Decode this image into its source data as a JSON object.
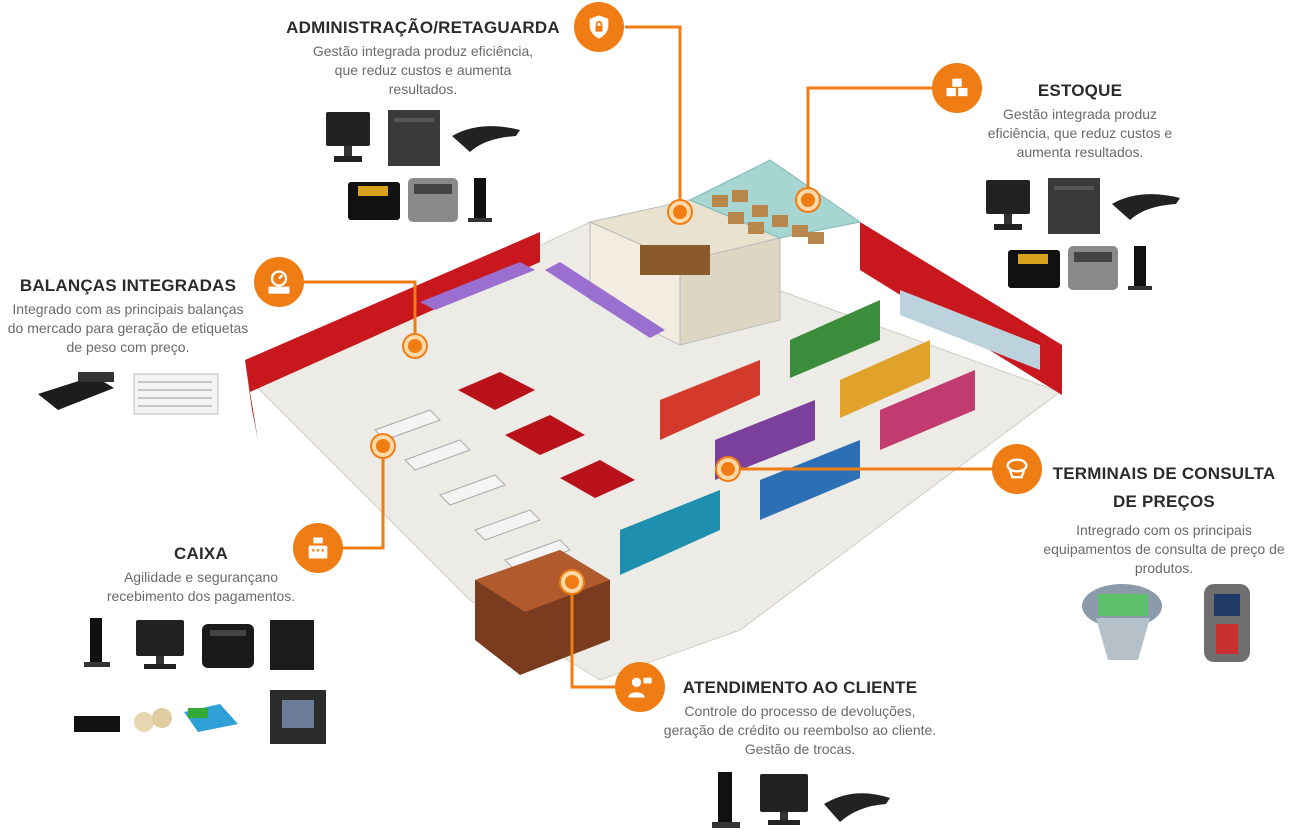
{
  "sections": {
    "admin": {
      "title": "ADMINISTRAÇÃO/RETAGUARDA",
      "desc": [
        "Gestão integrada produz eficiência,",
        "que reduz custos e aumenta",
        "resultados."
      ]
    },
    "estoque": {
      "title": "ESTOQUE",
      "desc": [
        "Gestão integrada produz",
        "eficiência, que reduz custos e",
        "aumenta resultados."
      ]
    },
    "balancas": {
      "title": "BALANÇAS INTEGRADAS",
      "desc": [
        "Integrado com as principais balanças",
        "do mercado para geração de etiquetas",
        "de peso com preço."
      ]
    },
    "caixa": {
      "title": "CAIXA",
      "desc": [
        "Agilidade e segurançano",
        "recebimento dos pagamentos."
      ]
    },
    "terminais": {
      "title": [
        "TERMINAIS DE CONSULTA",
        "DE PREÇOS"
      ],
      "desc": [
        "Intregrado com os principais",
        "equipamentos de consulta de preço de",
        "produtos."
      ]
    },
    "atendimento": {
      "title": "ATENDIMENTO AO CLIENTE",
      "desc": [
        "Controle do processo de devoluções,",
        "geração de crédito ou reembolso ao cliente.",
        "Gestão de trocas."
      ]
    }
  },
  "icons": {
    "admin": "lock-icon",
    "estoque": "boxes-icon",
    "balancas": "scale-icon",
    "caixa": "cash-register-icon",
    "terminais": "price-terminal-icon",
    "atendimento": "customer-service-icon"
  },
  "colors": {
    "accent": "#f07d13",
    "wall_red": "#c8181e",
    "floor": "#ecebe6",
    "title": "#2b2b2b",
    "text": "#6a6a6a"
  }
}
